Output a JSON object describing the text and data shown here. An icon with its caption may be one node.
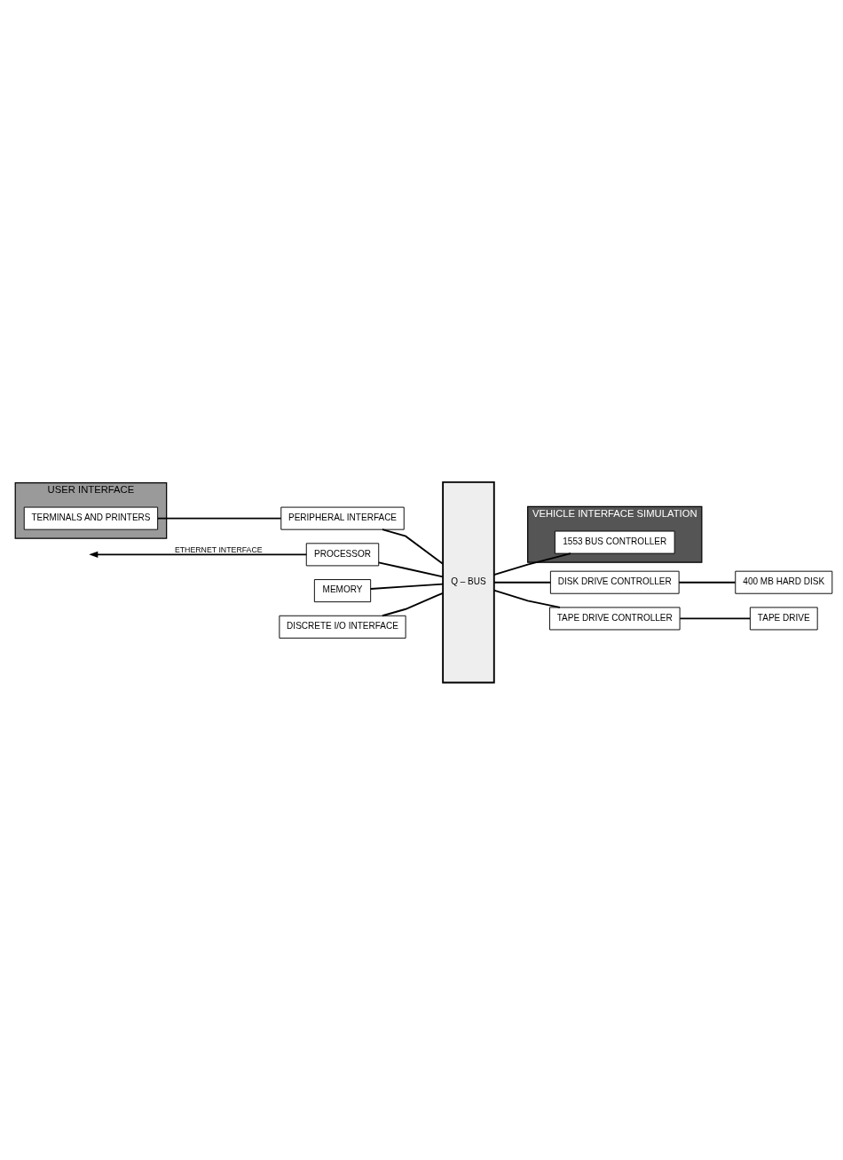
{
  "diagram": {
    "nodes": [
      {
        "text": [
          "USER INTERFACE"
        ]
      },
      {
        "text": [
          "TERMINALS AND PRINTERS"
        ],
        "in": 0
      },
      {
        "text": [
          "PROCESSOR"
        ]
      },
      {
        "text": [
          "MEMORY"
        ]
      },
      {
        "text": [
          "PERIPHERAL INTERFACE"
        ]
      },
      {
        "text": [
          "DISCRETE I/O INTERFACE"
        ]
      },
      {
        "text": [
          "Q – BUS"
        ]
      },
      {
        "text": [
          "VEHICLE INTERFACE SIMULATION"
        ]
      },
      {
        "text": [
          "1553 BUS CONTROLLER"
        ],
        "in": 7
      },
      {
        "text": [
          "DISK DRIVE CONTROLLER"
        ]
      },
      {
        "text": [
          "TAPE DRIVE CONTROLLER"
        ]
      },
      {
        "text": [
          "400 MB HARD DISK"
        ]
      },
      {
        "text": [
          "TAPE DRIVE"
        ]
      }
    ],
    "edges": [
      {
        "from": 2,
        "to": null,
        "arrow": "to",
        "label": "ETHERNET INTERFACE"
      },
      {
        "from": 1,
        "to": 4,
        "arrow": "none"
      },
      {
        "from": 2,
        "to": 6,
        "arrow": "none"
      },
      {
        "from": 3,
        "to": 6,
        "arrow": "none"
      },
      {
        "from": 4,
        "to": 6,
        "arrow": "none"
      },
      {
        "from": 5,
        "to": 6,
        "arrow": "none"
      },
      {
        "from": 6,
        "to": 8,
        "arrow": "none"
      },
      {
        "from": 6,
        "to": 9,
        "arrow": "none"
      },
      {
        "from": 6,
        "to": 10,
        "arrow": "none"
      },
      {
        "from": 9,
        "to": 11,
        "arrow": "none"
      },
      {
        "from": 10,
        "to": 12,
        "arrow": "none"
      }
    ]
  }
}
